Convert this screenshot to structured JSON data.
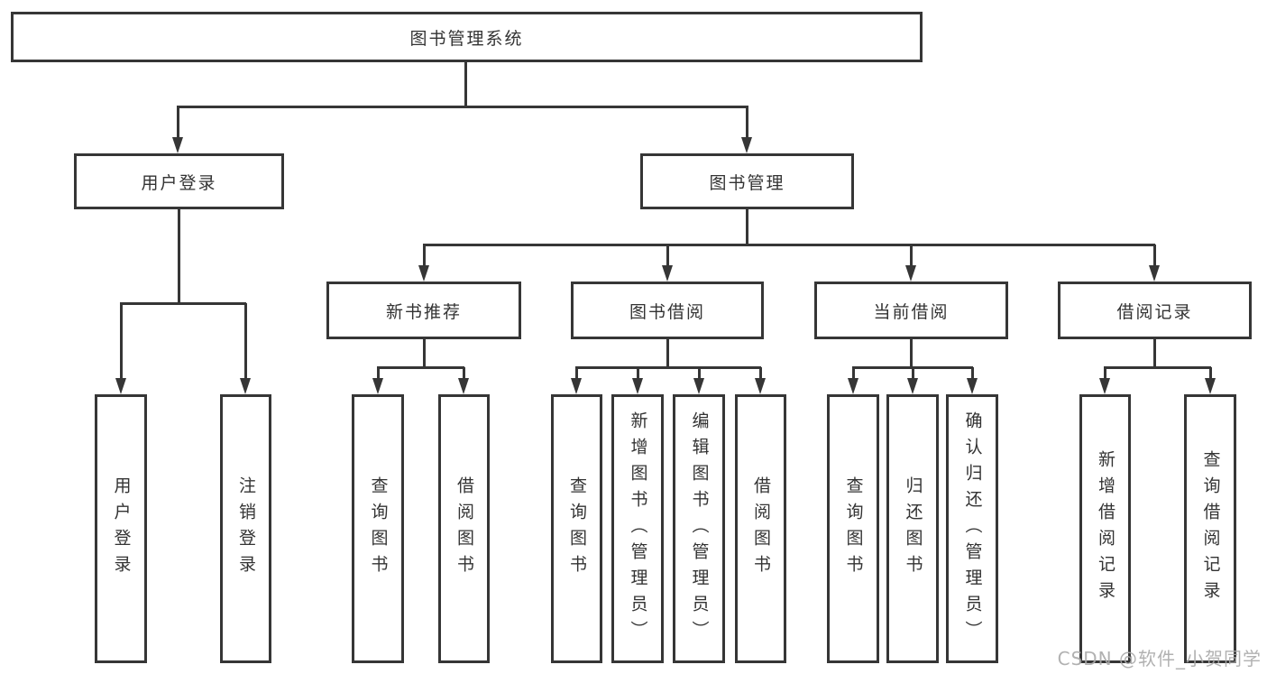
{
  "diagram": {
    "type": "hierarchy-function-structure",
    "title": "图书管理系统",
    "watermark": "CSDN @软件_小贺同学",
    "colors": {
      "line": "#363636",
      "text": "#333333",
      "watermark": "#a9a9a9",
      "background": "#ffffff"
    },
    "nodes": [
      {
        "id": "root",
        "label": "图书管理系统",
        "parent": null
      },
      {
        "id": "user_login",
        "label": "用户登录",
        "parent": "root"
      },
      {
        "id": "book_mgmt",
        "label": "图书管理",
        "parent": "root"
      },
      {
        "id": "leaf_user_login",
        "label": "用户登录",
        "parent": "user_login"
      },
      {
        "id": "leaf_logout",
        "label": "注销登录",
        "parent": "user_login"
      },
      {
        "id": "new_book_rec",
        "label": "新书推荐",
        "parent": "book_mgmt"
      },
      {
        "id": "book_borrow",
        "label": "图书借阅",
        "parent": "book_mgmt"
      },
      {
        "id": "current_borrow",
        "label": "当前借阅",
        "parent": "book_mgmt"
      },
      {
        "id": "borrow_records",
        "label": "借阅记录",
        "parent": "book_mgmt"
      },
      {
        "id": "leaf_nbr_query",
        "label": "查询图书",
        "parent": "new_book_rec"
      },
      {
        "id": "leaf_nbr_borrow",
        "label": "借阅图书",
        "parent": "new_book_rec"
      },
      {
        "id": "leaf_bb_query",
        "label": "查询图书",
        "parent": "book_borrow"
      },
      {
        "id": "leaf_bb_add",
        "label": "新增图书（管理员）",
        "parent": "book_borrow"
      },
      {
        "id": "leaf_bb_edit",
        "label": "编辑图书（管理员）",
        "parent": "book_borrow"
      },
      {
        "id": "leaf_bb_borrow",
        "label": "借阅图书",
        "parent": "book_borrow"
      },
      {
        "id": "leaf_cb_query",
        "label": "查询图书",
        "parent": "current_borrow"
      },
      {
        "id": "leaf_cb_return",
        "label": "归还图书",
        "parent": "current_borrow"
      },
      {
        "id": "leaf_cb_confirm",
        "label": "确认归还（管理员）",
        "parent": "current_borrow"
      },
      {
        "id": "leaf_br_add",
        "label": "新增借阅记录",
        "parent": "borrow_records"
      },
      {
        "id": "leaf_br_query",
        "label": "查询借阅记录",
        "parent": "borrow_records"
      }
    ]
  }
}
